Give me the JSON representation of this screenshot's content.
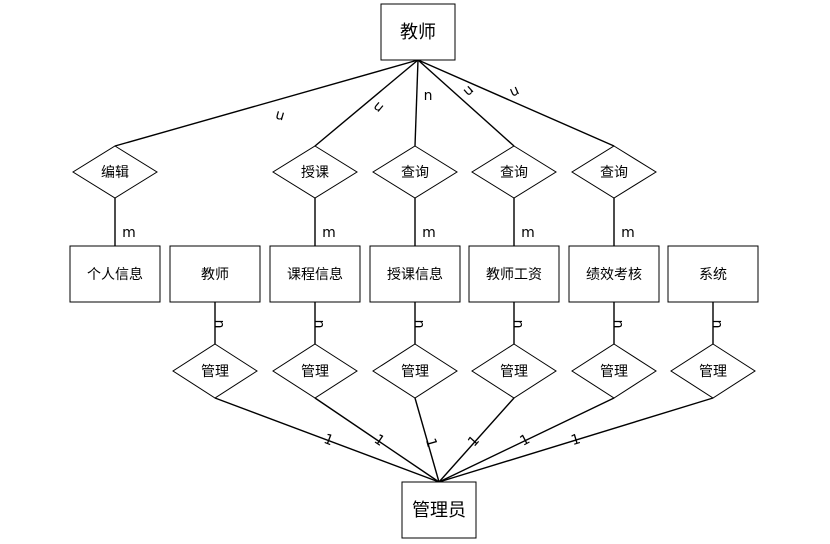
{
  "top_entity": {
    "label": "教师"
  },
  "bottom_entity": {
    "label": "管理员"
  },
  "top_relations": [
    {
      "label": "编辑",
      "card_top": "n",
      "card_bottom": "m"
    },
    {
      "label": "授课",
      "card_top": "n",
      "card_bottom": "m"
    },
    {
      "label": "查询",
      "card_top": "n",
      "card_bottom": "m"
    },
    {
      "label": "查询",
      "card_top": "n",
      "card_bottom": "m"
    },
    {
      "label": "查询",
      "card_top": "n",
      "card_bottom": "m"
    }
  ],
  "middle_entities": [
    {
      "label": "个人信息"
    },
    {
      "label": "教师"
    },
    {
      "label": "课程信息"
    },
    {
      "label": "授课信息"
    },
    {
      "label": "教师工资"
    },
    {
      "label": "绩效考核"
    },
    {
      "label": "系统"
    }
  ],
  "bottom_relations": [
    {
      "label": "管理",
      "card_top": "n",
      "card_bottom": "1"
    },
    {
      "label": "管理",
      "card_top": "n",
      "card_bottom": "1"
    },
    {
      "label": "管理",
      "card_top": "n",
      "card_bottom": "1"
    },
    {
      "label": "管理",
      "card_top": "n",
      "card_bottom": "1"
    },
    {
      "label": "管理",
      "card_top": "n",
      "card_bottom": "1"
    },
    {
      "label": "管理",
      "card_top": "n",
      "card_bottom": "1"
    }
  ]
}
